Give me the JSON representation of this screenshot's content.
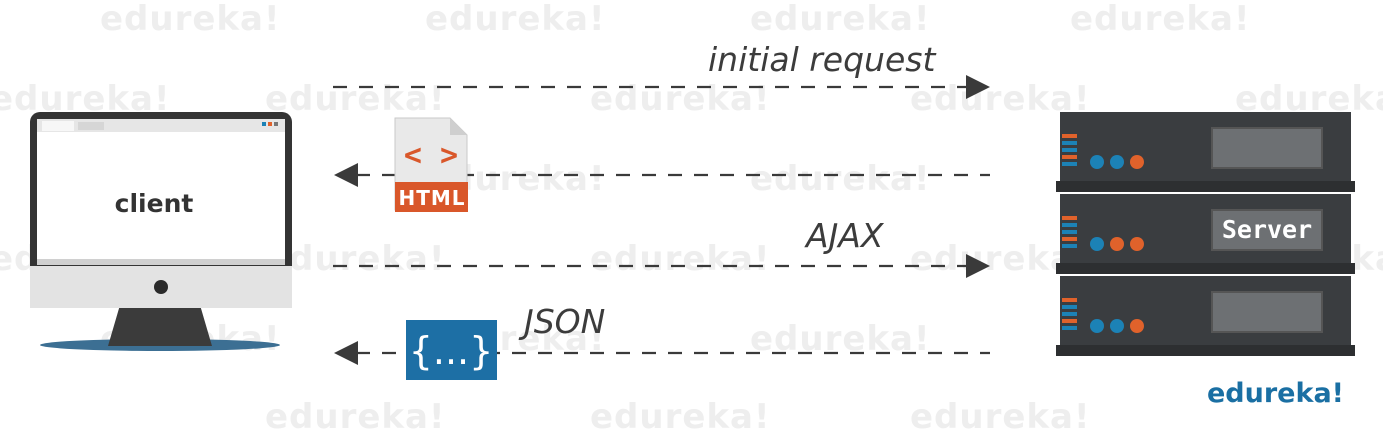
{
  "watermark": {
    "text": "edureka!"
  },
  "client": {
    "label": "client"
  },
  "server": {
    "label": "Server"
  },
  "messages": {
    "initial_request": "initial request",
    "ajax": "AJAX",
    "json": "JSON"
  },
  "badges": {
    "html_icon_symbol": "< >",
    "html_label": "HTML",
    "json_icon": "{...}"
  },
  "brand": {
    "logo": "edureka!"
  },
  "colors": {
    "server_body": "#3a3d40",
    "server_panel": "#6d7073",
    "accent_orange": "#e0622b",
    "accent_blue": "#1c82b6",
    "json_badge": "#1d6fa5",
    "html_badge": "#d9572a",
    "arrow": "#3a3a3a"
  }
}
